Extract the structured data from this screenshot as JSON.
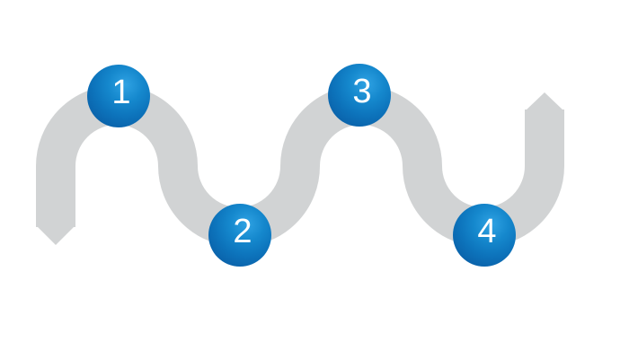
{
  "diagram": {
    "title": "serpentine-process-flow",
    "description": "Gray S-curved ribbon path with pointed ends and four numbered blue sphere milestones",
    "steps": [
      {
        "number": "1",
        "position": "first-peak"
      },
      {
        "number": "2",
        "position": "first-valley"
      },
      {
        "number": "3",
        "position": "second-peak"
      },
      {
        "number": "4",
        "position": "second-valley"
      }
    ],
    "colors": {
      "ribbon_gray": "#d1d3d4",
      "circle_blue_highlight": "#2fa2e3",
      "circle_blue_mid": "#0d74bc",
      "circle_blue_dark": "#07539a",
      "number_text": "#ffffff",
      "background": "#ffffff"
    }
  }
}
